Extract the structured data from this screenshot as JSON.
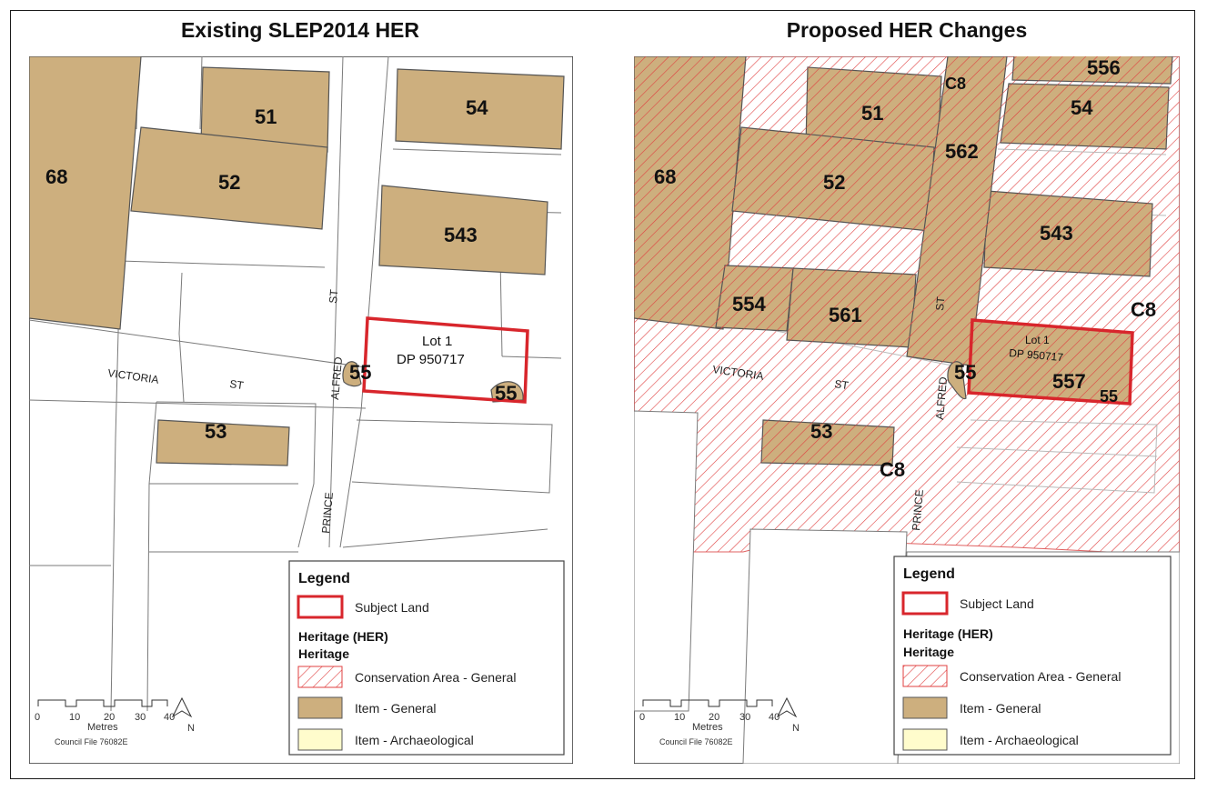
{
  "panels": {
    "left_title": "Existing SLEP2014 HER",
    "right_title": "Proposed HER Changes"
  },
  "labels": {
    "n68": "68",
    "n51": "51",
    "n52": "52",
    "n54": "54",
    "n543": "543",
    "n53": "53",
    "n55": "55",
    "n554": "554",
    "n561": "561",
    "n562": "562",
    "n556": "556",
    "n557": "557",
    "c8": "C8"
  },
  "streets": {
    "victoria": "VICTORIA",
    "st": "ST",
    "alfred": "ALFRED",
    "prince": "PRINCE"
  },
  "subject": {
    "lot": "Lot 1",
    "dp": "DP 950717"
  },
  "legend": {
    "title": "Legend",
    "subject_land": "Subject Land",
    "heritage_her": "Heritage (HER)",
    "heritage": "Heritage",
    "conservation": "Conservation Area - General",
    "item_general": "Item - General",
    "item_archaeological": "Item - Archaeological"
  },
  "scale": {
    "ticks": [
      "0",
      "10",
      "20",
      "30",
      "40"
    ],
    "unit": "Metres",
    "north": "N",
    "council_file": "Council File 76082E"
  },
  "colors": {
    "item_fill": "#cdaf7e",
    "outline": "#6b6b6b",
    "subject": "#d8262c",
    "hatch": "#e04040",
    "archaeological": "#fffccc"
  }
}
